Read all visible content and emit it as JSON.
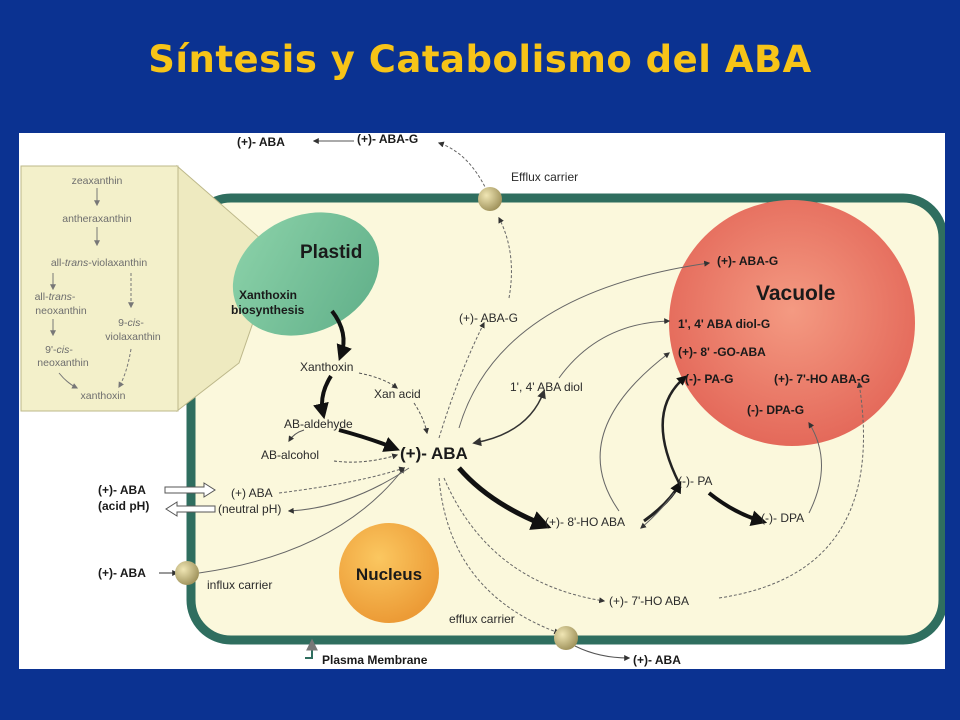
{
  "title": "Síntesis y Catabolismo del ABA",
  "colors": {
    "background": "#0b3291",
    "title": "#f7c418",
    "cell_fill": "#fbf8dc",
    "cell_wall": "#2f6e5f",
    "plastid": "#7fc6a0",
    "vacuole": "#ee7b66",
    "nucleus": "#f7b44a",
    "carrier": "#c8bc7c"
  },
  "pathway_inset": {
    "steps": [
      "zeaxanthin",
      "antheraxanthin",
      "all-",
      "trans",
      "-violaxanthin",
      "all-",
      "trans",
      "-",
      "neoxanthin",
      "9-",
      "cis",
      "-",
      "violaxanthin",
      "9'-",
      "cis",
      "-",
      "neoxanthin",
      "xanthoxin"
    ]
  },
  "labels": {
    "outside_top_aba": "(+)- ABA",
    "outside_top_abag": "(+)- ABA-G",
    "efflux_carrier_top": "Efflux carrier",
    "plastid": "Plastid",
    "xanthoxin_biosynthesis_1": "Xanthoxin",
    "xanthoxin_biosynthesis_2": "biosynthesis",
    "xanthoxin": "Xanthoxin",
    "xan_acid": "Xan acid",
    "ab_aldehyde": "AB-aldehyde",
    "ab_alcohol": "AB-alcohol",
    "aba_center": "(+)- ABA",
    "aba_g_cyto": "(+)- ABA-G",
    "diol_cyto": "1', 4' ABA diol",
    "outside_aba_acid": "(+)- ABA",
    "acid_ph": "(acid pH)",
    "inside_aba_neutral": "(+) ABA",
    "neutral_ph": "(neutral pH)",
    "outside_aba_influx": "(+)- ABA",
    "influx_carrier": "influx carrier",
    "nucleus": "Nucleus",
    "ho8_aba": "(+)- 8'-HO ABA",
    "pa": "(-)- PA",
    "dpa": "(-)- DPA",
    "ho7_aba": "(+)- 7'-HO ABA",
    "efflux_carrier_bottom": "efflux carrier",
    "plasma_membrane": "Plasma Membrane",
    "outside_aba_bottom": "(+)- ABA",
    "vacuole": "Vacuole",
    "vac_aba_g": "(+)- ABA-G",
    "vac_diol_g": "1', 4' ABA diol-G",
    "vac_go_aba": "(+)- 8' -GO-ABA",
    "vac_pa_g": "(-)- PA-G",
    "vac_7ho_aba_g": "(+)- 7'-HO ABA-G",
    "vac_dpa_g": "(-)- DPA-G"
  }
}
